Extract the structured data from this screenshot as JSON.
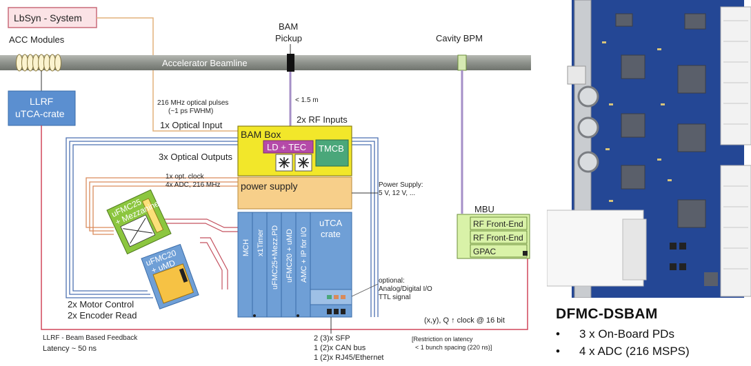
{
  "diagram": {
    "lbsyn": "LbSyn - System",
    "acc_modules": "ACC Modules",
    "beamline": "Accelerator Beamline",
    "bam_pickup_line1": "BAM",
    "bam_pickup_line2": "Pickup",
    "cavity_bpm": "Cavity BPM",
    "llrf_line1": "LLRF",
    "llrf_line2": "uTCA-crate",
    "optical_pulses_line1": "216 MHz optical pulses",
    "optical_pulses_line2": "(~1 ps FWHM)",
    "cable_length": "< 1.5 m",
    "optical_input": "1x Optical Input",
    "rf_inputs": "2x RF Inputs",
    "bam_box": "BAM Box",
    "ld_tec": "LD + TEC",
    "tmcb": "TMCB",
    "optical_outputs": "3x Optical Outputs",
    "opt_clock": "1x opt. clock",
    "adc_216": "4x ADC, 216 MHz",
    "power_supply": "power supply",
    "power_supply_label": "Power Supply:",
    "power_supply_values": "5 V, 12 V, ...",
    "ufmc25_line1": "uFMC25",
    "ufmc25_line2": "+ Mezzanine",
    "ufmc20_line1": "uFMC20",
    "ufmc20_line2": "+ uMD",
    "crate_slots": [
      "MCH",
      "x1Timer",
      "uFMC25+Mezz.PD",
      "uFMC20 + uMD",
      "AMC + IP for I/O"
    ],
    "utca_line1": "uTCA",
    "utca_line2": "crate",
    "mbu": "MBU",
    "rf_frontend_1": "RF Front-End",
    "rf_frontend_2": "RF Front-End",
    "gpac": "GPAC",
    "optional_line1": "optional:",
    "optional_line2": "Analog/Digital I/O",
    "optional_line3": "TTL signal",
    "motor_control": "2x Motor Control",
    "encoder_read": "2x Encoder Read",
    "xyq_clock": "(x,y), Q ↑ clock @ 16 bit",
    "llrf_feedback": "LLRF - Beam Based Feedback",
    "latency": "Latency ~ 50 ns",
    "sfp": "2 (3)x SFP",
    "can_bus": "1 (2)x CAN bus",
    "rj45": "1 (2)x RJ45/Ethernet",
    "restriction_line1": "[Restriction on latency",
    "restriction_line2": "< 1 bunch spacing (220 ns)]"
  },
  "caption": {
    "title": "DFMC-DSBAM",
    "bullet": "•",
    "items": [
      "3 x On-Board PDs",
      "4 x ADC (216 MSPS)"
    ]
  },
  "colors": {
    "beamline": "#8e928c",
    "bam_box": "#f2e72a",
    "ld_tec": "#b54aa8",
    "tmcb": "#4aa77a",
    "power_supply": "#f7cf8a",
    "utca": "#6f9fd6",
    "llrf": "#5b8fd0",
    "mbu": "#d9f2a8",
    "ufmc25": "#8cc63f",
    "ufmc20": "#f6c244",
    "pcb": "#1e3f8a"
  }
}
